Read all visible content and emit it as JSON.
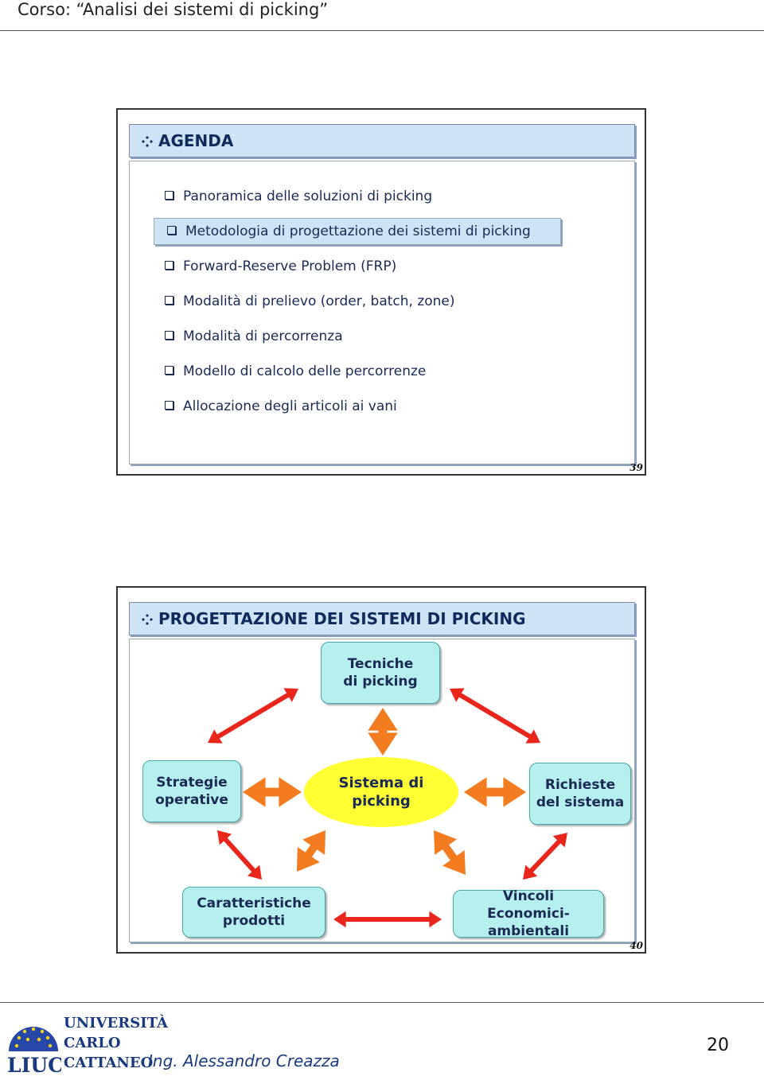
{
  "header": {
    "title": "Corso: “Analisi dei sistemi di picking”"
  },
  "slide1": {
    "title": "AGENDA",
    "items": [
      "Panoramica delle soluzioni di picking",
      "Metodologia di progettazione dei sistemi di picking",
      "Forward-Reserve Problem (FRP)",
      "Modalità di prelievo (order, batch, zone)",
      "Modalità di percorrenza",
      "Modello di calcolo delle percorrenze",
      "Allocazione degli articoli ai vani"
    ],
    "highlighted_index": 1,
    "page_number": "39"
  },
  "slide2": {
    "title": "PROGETTAZIONE DEI SISTEMI DI PICKING",
    "nodes": {
      "top": [
        "Tecniche",
        "di picking"
      ],
      "left": [
        "Strategie",
        "operative"
      ],
      "center": [
        "Sistema di",
        "picking"
      ],
      "right": [
        "Richieste",
        "del sistema"
      ],
      "bottom_left": [
        "Caratteristiche",
        "prodotti"
      ],
      "bottom_right": [
        "Vincoli",
        "Economici-ambientali"
      ]
    },
    "colors": {
      "red_arrow": "#e8261c",
      "orange_arrow": "#f47c20",
      "node_fill": "#b6f0ee",
      "center_fill": "#ffff33"
    },
    "page_number": "40"
  },
  "footer": {
    "logo_text": [
      "UNIVERSITÀ",
      "CARLO",
      "CATTANEO"
    ],
    "logo_seal_text": "LIUC",
    "author": "Ing. Alessandro Creazza",
    "page_number": "20"
  }
}
